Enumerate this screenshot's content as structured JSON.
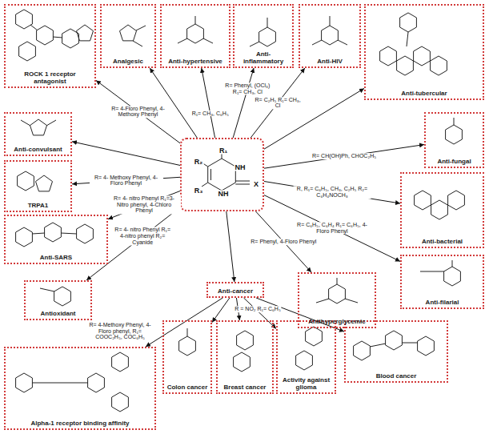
{
  "diagram": {
    "nodes": [
      {
        "text": [
          "ROCK 1 receptor antagonist"
        ]
      },
      {
        "text": [
          "Analgesic"
        ]
      },
      {
        "text": [
          "Anti-hypertensive"
        ]
      },
      {
        "text": [
          "Anti-inflammatory"
        ]
      },
      {
        "text": [
          "Anti-HIV"
        ]
      },
      {
        "text": [
          "Anti-tubercular"
        ]
      },
      {
        "text": [
          "Anti-convulsant"
        ]
      },
      {
        "text": [
          "TRPA1"
        ]
      },
      {
        "text": [
          "R₁",
          "NH",
          "X",
          "NH",
          "R₃",
          "R₂"
        ]
      },
      {
        "text": [
          "Anti-fungal"
        ]
      },
      {
        "text": [
          "Anti-bacterial"
        ]
      },
      {
        "text": [
          "Anti-SARS"
        ]
      },
      {
        "text": [
          "Anti-filarial"
        ]
      },
      {
        "text": [
          "Antioxidant"
        ]
      },
      {
        "text": [
          "Antihyperglycemic"
        ]
      },
      {
        "text": [
          "Anti-cancer"
        ]
      },
      {
        "text": [
          "Alpha-1 receptor binding affinity"
        ]
      },
      {
        "text": [
          "Colon cancer"
        ]
      },
      {
        "text": [
          "Breast cancer"
        ]
      },
      {
        "text": [
          "Activity against glioma"
        ]
      },
      {
        "text": [
          "Blood cancer"
        ]
      }
    ],
    "edges": [
      {
        "from": 8,
        "to": 0,
        "arrow": "to",
        "label": "R= 4-Floro Phenyl, 4-Methoxy Phenyl"
      },
      {
        "from": 8,
        "to": 1,
        "arrow": "to"
      },
      {
        "from": 8,
        "to": 2,
        "arrow": "to",
        "label": "R₁= CH₃, C₆H₅"
      },
      {
        "from": 8,
        "to": 3,
        "arrow": "to",
        "label": "R= Phenyl, (OCl₃) R₁= CH₃, Cl"
      },
      {
        "from": 8,
        "to": 4,
        "arrow": "to",
        "label": "R= C₂H₅ R₁= CH₃, Cl"
      },
      {
        "from": 8,
        "to": 5,
        "arrow": "to"
      },
      {
        "from": 8,
        "to": 6,
        "arrow": "to"
      },
      {
        "from": 8,
        "to": 7,
        "arrow": "to",
        "label": "R= 4- Methoxy Phenyl, 4-Floro Phenyl"
      },
      {
        "from": 8,
        "to": 9,
        "arrow": "to",
        "label": "R= CH(OH)Ph, CHOC₂H₅"
      },
      {
        "from": 8,
        "to": 10,
        "arrow": "to",
        "label": "R, R₁= C₆H₅, CH₃, C₂H₅ R₂= C₆H₄NOCH₃"
      },
      {
        "from": 8,
        "to": 11,
        "arrow": "to",
        "label": "R= 4- nitro Phenyl R₁=3-Nitro phenyl, 4-Chloro Phenyl"
      },
      {
        "from": 8,
        "to": 12,
        "arrow": "to",
        "label": "R= C₆H₅, C₆H₄ R₁= C₆H₅, 4-Floro Phenyl"
      },
      {
        "from": 8,
        "to": 13,
        "arrow": "to",
        "label": "R= 4- nitro Phenyl R₁= 4-nitro phenyl R₂= Cyanide"
      },
      {
        "from": 8,
        "to": 14,
        "arrow": "to",
        "label": "R= Phenyl, 4-Floro Phenyl"
      },
      {
        "from": 8,
        "to": 15,
        "arrow": "to"
      },
      {
        "from": 15,
        "to": 16,
        "arrow": "to",
        "label": "R= 4-Methoxy Phenyl, 4-Floro phenyl, R₁= COOC₂H₅, COC₆H₅"
      },
      {
        "from": 15,
        "to": 17,
        "arrow": "to"
      },
      {
        "from": 15,
        "to": 18,
        "arrow": "to",
        "label": "R = NO₂ R₁= C₆H₅"
      },
      {
        "from": 15,
        "to": 19,
        "arrow": "to"
      },
      {
        "from": 15,
        "to": 20,
        "arrow": "to"
      }
    ]
  }
}
